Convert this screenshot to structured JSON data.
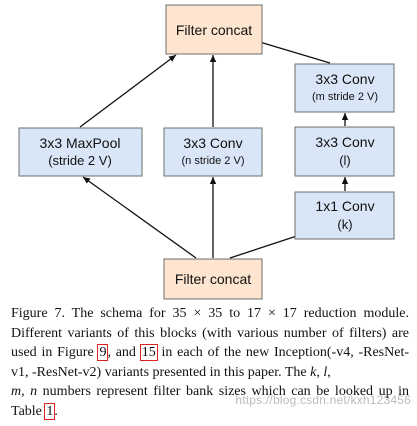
{
  "colors": {
    "concat_fill": "#fde5cf",
    "layer_fill": "#d8e6f8",
    "edge": "#111111",
    "ref_box": "#dd2222"
  },
  "nodes": {
    "filter_concat_top": {
      "line1": "Filter concat"
    },
    "maxpool": {
      "line1": "3x3 MaxPool",
      "line2": "(stride 2 V)"
    },
    "conv_n": {
      "line1": "3x3 Conv",
      "line2": "(n stride 2 V)"
    },
    "conv_m": {
      "line1": "3x3 Conv",
      "line2": "(m stride 2 V)"
    },
    "conv_l": {
      "line1": "3x3 Conv",
      "line2": "(l)"
    },
    "conv_k": {
      "line1": "1x1 Conv",
      "line2": "(k)"
    },
    "filter_concat_bottom": {
      "line1": "Filter concat"
    }
  },
  "caption": {
    "label": "Figure 7.",
    "t1": " The schema for ",
    "m1": "35 × 35",
    "t2": " to ",
    "m2": "17 × 17",
    "t3": " reduction module. Different variants of this blocks (with various number of filters) are used in Figure ",
    "ref1": "9",
    "t4": ", and ",
    "ref2": "15",
    "t5": " in each of the new Inception(-v4, -ResNet-v1, -ResNet-v2) variants presented in this paper. The ",
    "k": "k",
    "comma1": ", ",
    "l": "l",
    "comma2": ",",
    "m": "m",
    "comma3": ", ",
    "n": "n",
    "t6": " numbers represent filter bank sizes which can be looked up in Table ",
    "ref3": "1",
    "t7": "."
  },
  "watermark": "https://blog.csdn.net/kxh123456"
}
